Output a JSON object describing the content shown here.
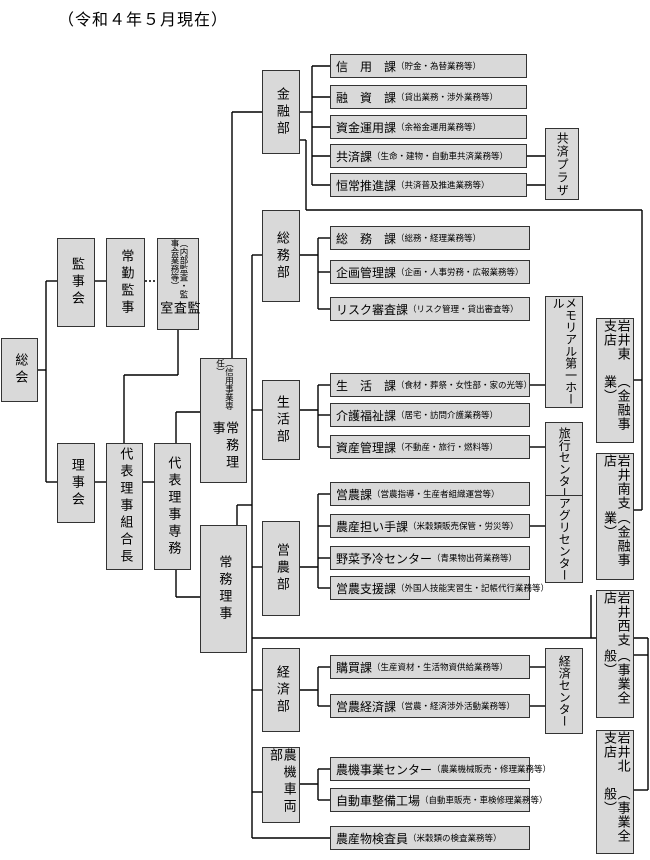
{
  "title": "（令和４年５月現在）",
  "top": {
    "sokai": "総会",
    "kanjikai": "監事会",
    "jokin_kanji": "常勤監事",
    "kansashitsu": "監査室",
    "kansashitsu_note": "（内部監査・監事会業務等）",
    "rijikai": "理事会",
    "daihyo_kumiaicho": "代表理事組合長",
    "daihyo_senmu": "代表理事専務",
    "jomu_shinyo": "常務理事",
    "jomu_shinyo_note": "（信用事業専任）",
    "jomu": "常務理事"
  },
  "depts": {
    "kinyu": "金融部",
    "somu": "総務部",
    "seikatsu": "生活部",
    "einou": "営農部",
    "keizai": "経済部",
    "noukisharyo": "農機車両部"
  },
  "sections": {
    "shinyo": {
      "name": "信　用　課",
      "note": "（貯金・為替業務等）"
    },
    "yushi": {
      "name": "融　資　課",
      "note": "（貸出業務・渉外業務等）"
    },
    "shikin": {
      "name": "資金運用課",
      "note": "（余裕金運用業務等）"
    },
    "kyosai": {
      "name": "共済課",
      "note": "（生命・建物・自動車共済業務等）"
    },
    "kojo": {
      "name": "恒常推進課",
      "note": "（共済普及推進業務等）"
    },
    "somuka": {
      "name": "総　務　課",
      "note": "（総務・経理業務等）"
    },
    "kikaku": {
      "name": "企画管理課",
      "note": "（企画・人事労務・広報業務等）"
    },
    "risk": {
      "name": "リスク審査課",
      "note": "（リスク管理・貸出審査等）"
    },
    "seikatsuka": {
      "name": "生　活　課",
      "note": "（食材・葬祭・女性部・家の光等）"
    },
    "kaigo": {
      "name": "介護福祉課",
      "note": "（居宅・訪問介護業務等）"
    },
    "shisan": {
      "name": "資産管理課",
      "note": "（不動産・旅行・燃料等）"
    },
    "einouka": {
      "name": "営農課",
      "note": "（営農指導・生産者組織運営等）"
    },
    "ninaite": {
      "name": "農産担い手課",
      "note": "（米穀類販売保管・労災等）"
    },
    "yasai": {
      "name": "野菜予冷センター",
      "note": "（青果物出荷業務等）"
    },
    "shien": {
      "name": "営農支援課",
      "note": "（外国人技能実習生・記帳代行業務等）"
    },
    "konyu": {
      "name": "購買課",
      "note": "（生産資材・生活物資供給業務等）"
    },
    "einou_keizai": {
      "name": "営農経済課",
      "note": "（営農・経済渉外活動業務等）"
    },
    "nouki": {
      "name": "農機事業センター",
      "note": "（農業機械販売・修理業務等）"
    },
    "jidosha": {
      "name": "自動車整備工場",
      "note": "（自動車販売・車検修理業務等）"
    },
    "kensa": {
      "name": "農産物検査員",
      "note": "（米穀類の検査業務等）"
    }
  },
  "facilities": {
    "kyosai_plaza": "共済プラザ",
    "memorial": "メモリアル第一ホール",
    "ryoko": "旅行センター",
    "agri": "アグリセンター",
    "keizai_center": "経済センター"
  },
  "branches": {
    "higashi": {
      "name": "岩井東支店",
      "note": "（金融事業）"
    },
    "minami": {
      "name": "岩井南支店",
      "note": "（金融事業）"
    },
    "nishi": {
      "name": "岩井西支店",
      "note": "（事業全般）"
    },
    "kita": {
      "name": "岩井北支店",
      "note": "（事業全般）"
    }
  }
}
